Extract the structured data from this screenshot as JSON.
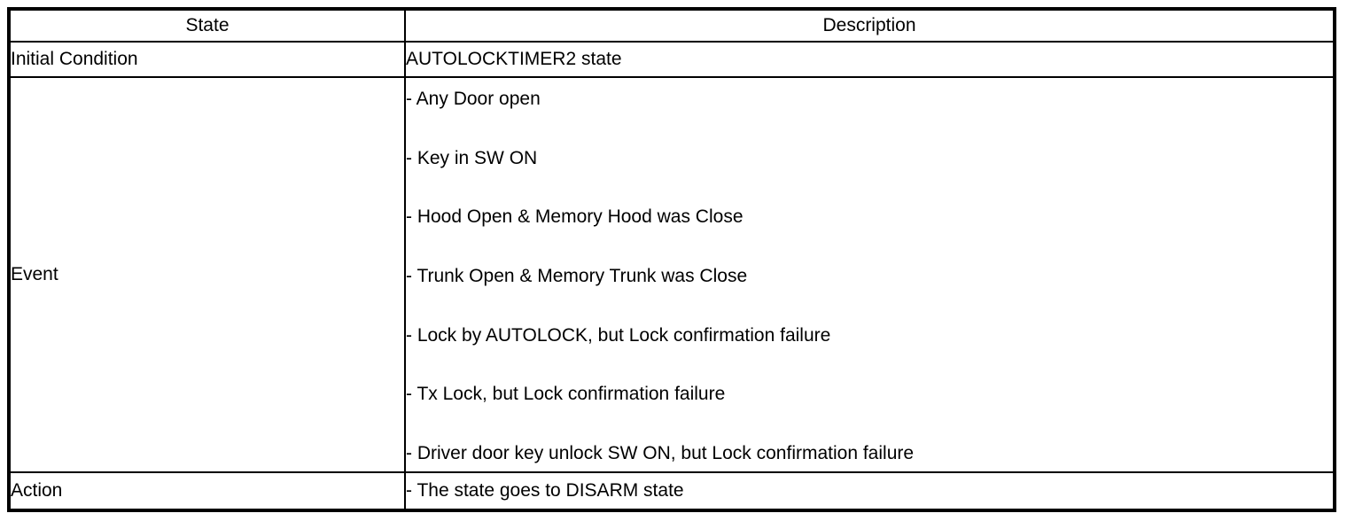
{
  "table": {
    "columns": [
      "State",
      "Description"
    ],
    "rows": [
      {
        "state": "Initial Condition",
        "description": [
          "AUTOLOCKTIMER2 state"
        ]
      },
      {
        "state": "Event",
        "description": [
          "- Any Door open",
          "- Key in SW ON",
          "- Hood Open & Memory Hood was Close",
          "- Trunk Open & Memory Trunk was Close",
          "- Lock by AUTOLOCK, but Lock confirmation failure",
          "- Tx Lock, but Lock confirmation failure",
          "- Driver door key unlock SW ON, but Lock confirmation failure"
        ]
      },
      {
        "state": "Action",
        "description": [
          "- The state goes to DISARM state"
        ]
      }
    ],
    "colors": {
      "border": "#000000",
      "background": "#ffffff",
      "text": "#000000"
    }
  }
}
